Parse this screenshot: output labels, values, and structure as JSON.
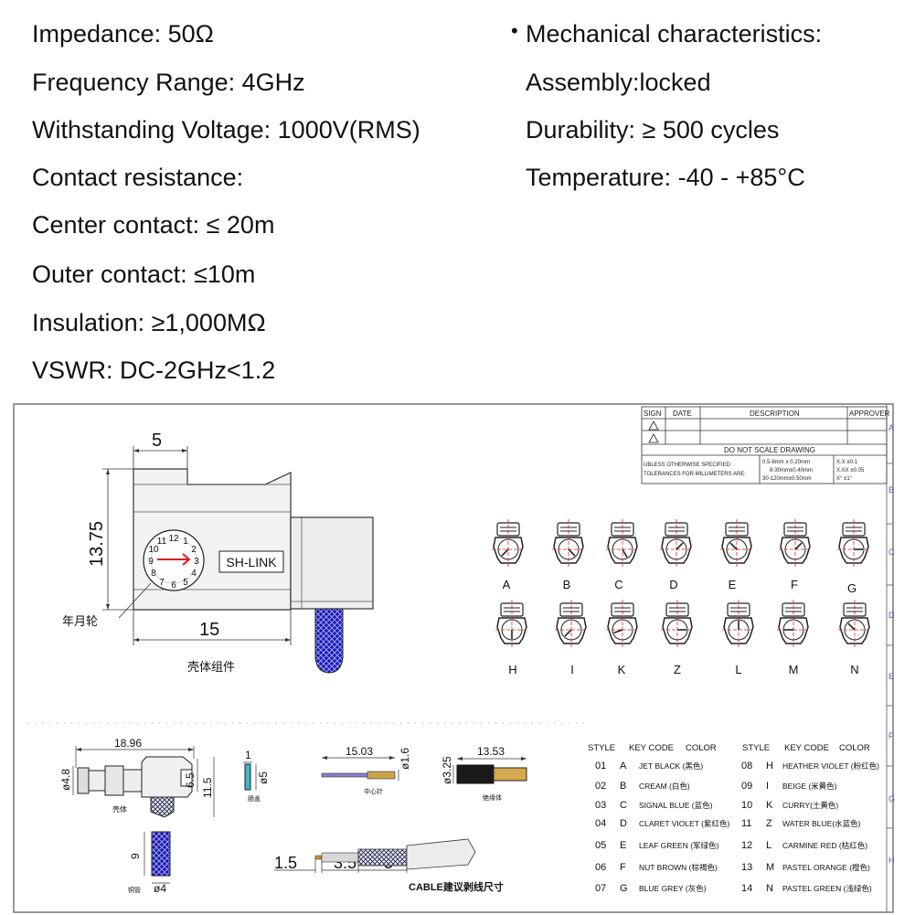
{
  "specs_left": [
    "Impedance: 50Ω",
    "Frequency Range: 4GHz",
    "Withstanding Voltage: 1000V(RMS)",
    "Contact resistance:",
    "Center contact: ≤ 20m",
    "Outer contact: ≤10m",
    "Insulation: ≥1,000MΩ",
    "VSWR: DC-2GHz<1.2"
  ],
  "specs_right": [
    "Mechanical characteristics:",
    "Assembly:locked",
    "Durability: ≥ 500 cycles",
    "Temperature: -40 - +85°C"
  ],
  "title_block": {
    "headers": [
      "SIGN",
      "DATE",
      "DESCRIPTION",
      "APPROVER"
    ],
    "note": "DO NOT SCALE DRAWING",
    "tol_left_1": "UBLESS OTHERWISE SPECIFIED",
    "tol_left_2": "TOLERANCES FOR MILLIMETERS ARE:",
    "tol_mid": [
      "0.5-8mm ± 0.20mm",
      "8-30mm±0.40mm",
      "30-120mm±0.50mm"
    ],
    "tol_right": [
      "X.X   ±0.1",
      "X.XX  ±0.05",
      "X°    ±1°"
    ]
  },
  "border_letters": [
    "A",
    "B",
    "C",
    "D",
    "E",
    "F",
    "G",
    "H"
  ],
  "drawing": {
    "dim_5": "5",
    "dim_13_75": "13.75",
    "dim_15": "15",
    "label_wheel": "年月轮",
    "label_housing": "壳体组件",
    "brand": "SH-LINK",
    "wheel_numbers": [
      "1",
      "2",
      "3",
      "4",
      "5",
      "6",
      "7",
      "8",
      "9",
      "10",
      "11",
      "12"
    ],
    "dim_18_96": "18.96",
    "dim_4_8": "ø4.8",
    "dim_6_5": "6.5",
    "dim_11_5": "11.5",
    "label_shell": "壳体",
    "dim_1": "1",
    "dim_5b": "ø5",
    "label_gasket": "肠盖",
    "dim_15_03": "15.03",
    "dim_1_6": "ø1.6",
    "label_pin": "中心针",
    "dim_13_53": "13.53",
    "dim_3_25": "ø3.25",
    "label_insulator": "绝缘体",
    "dim_9": "9",
    "dim_4": "ø4",
    "label_ferrule": "铜管",
    "dim_1_5": "1.5",
    "dim_3_5": "3.5",
    "dim_5c": "5",
    "cable_label": "CABLE建议剥线尺寸"
  },
  "key_letters_row1": [
    "A",
    "B",
    "C",
    "D",
    "E",
    "F",
    "G"
  ],
  "key_letters_row2": [
    "H",
    "I",
    "K",
    "Z",
    "L",
    "M",
    "N"
  ],
  "color_table": {
    "headers": [
      "STYLE",
      "KEY CODE",
      "COLOR",
      "STYLE",
      "KEY CODE",
      "COLOR"
    ],
    "left": [
      {
        "style": "01",
        "code": "A",
        "color": "JET BLACK (黑色)"
      },
      {
        "style": "02",
        "code": "B",
        "color": "CREAM (白色)"
      },
      {
        "style": "03",
        "code": "C",
        "color": "SIGNAL BLUE (蓝色)"
      },
      {
        "style": "04",
        "code": "D",
        "color": "CLARET VIOLET (紫红色)"
      },
      {
        "style": "05",
        "code": "E",
        "color": "LEAF GREEN (军绿色)"
      },
      {
        "style": "06",
        "code": "F",
        "color": "NUT BROWN (棕褐色)"
      },
      {
        "style": "07",
        "code": "G",
        "color": "BLUE GREY (灰色)"
      }
    ],
    "right": [
      {
        "style": "08",
        "code": "H",
        "color": "HEATHER VIOLET (粉红色)"
      },
      {
        "style": "09",
        "code": "I",
        "color": "BEIGE (米黄色)"
      },
      {
        "style": "10",
        "code": "K",
        "color": "CURRY(土黄色)"
      },
      {
        "style": "11",
        "code": "Z",
        "color": "WATER BLUE(水蓝色)"
      },
      {
        "style": "12",
        "code": "L",
        "color": "CARMINE RED (枯红色)"
      },
      {
        "style": "13",
        "code": "M",
        "color": "PASTEL ORANGE (橙色)"
      },
      {
        "style": "14",
        "code": "N",
        "color": "PASTEL GREEN (浅绿色)"
      }
    ]
  }
}
